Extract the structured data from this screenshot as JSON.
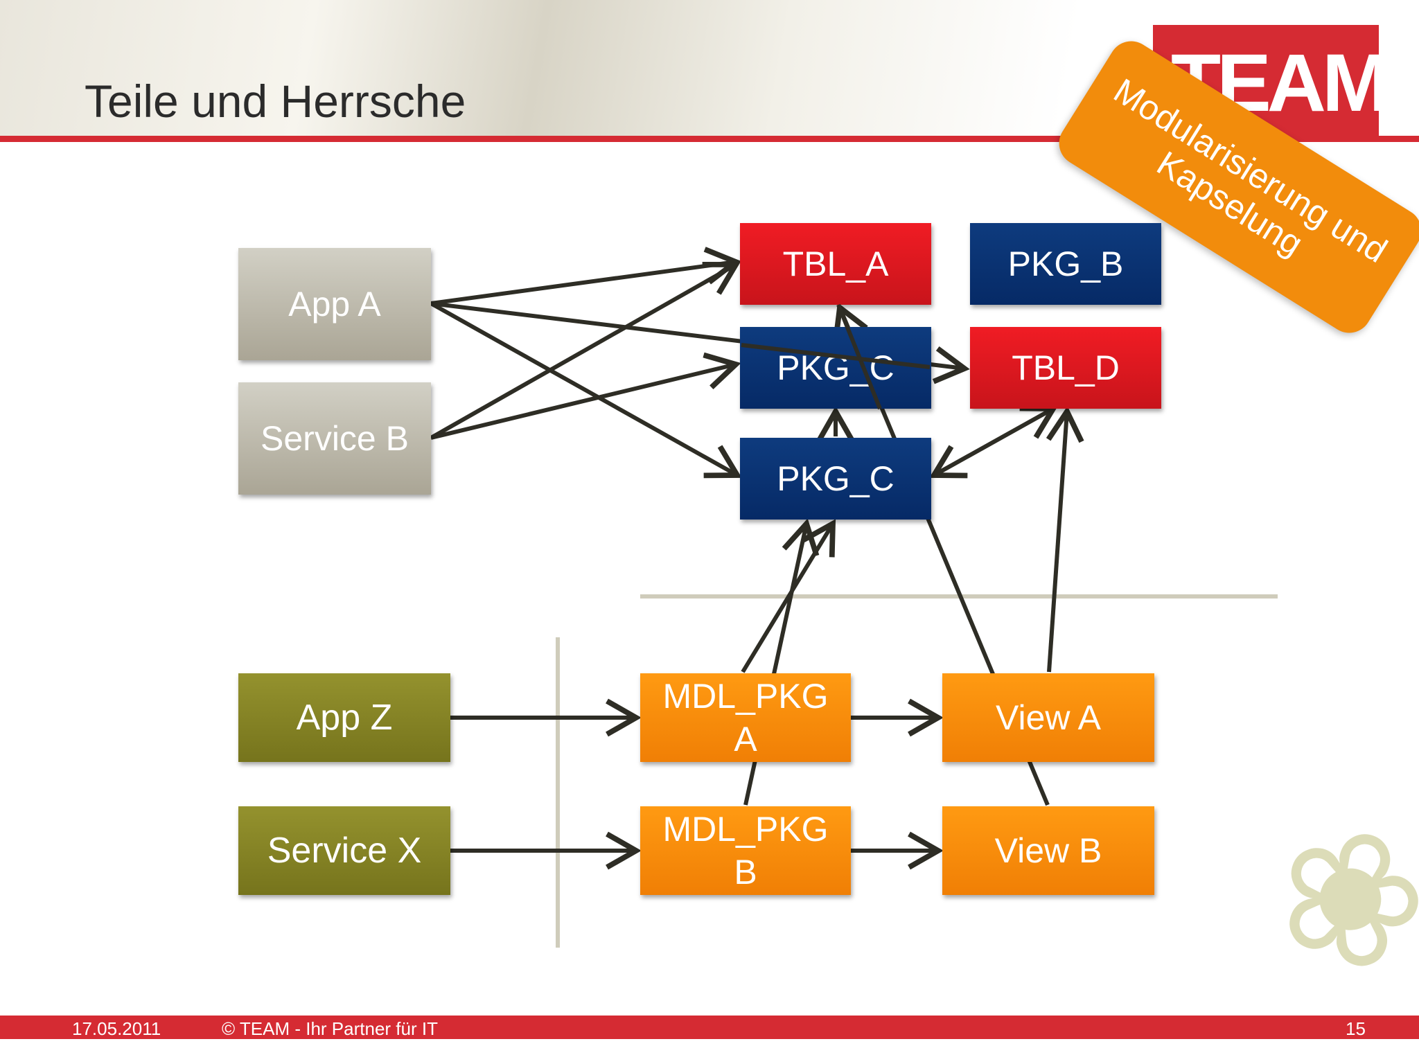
{
  "slide": {
    "title": "Teile und Herrsche",
    "logo_text": "TEAM",
    "badge_lines": [
      "Modularisierung und",
      "Kapselung"
    ],
    "footer": {
      "date": "17.05.2011",
      "copyright": "© TEAM - Ihr Partner für IT",
      "page": "15"
    }
  },
  "nodes": {
    "app_a": "App A",
    "service_b": "Service B",
    "tbl_a": "TBL_A",
    "pkg_b": "PKG_B",
    "pkg_c_top": "PKG_C",
    "tbl_d": "TBL_D",
    "pkg_c": "PKG_C",
    "app_z": "App Z",
    "service_x": "Service X",
    "mdl_pkg_a": [
      "MDL_PKG",
      "A"
    ],
    "mdl_pkg_b": [
      "MDL_PKG",
      "B"
    ],
    "view_a": "View A",
    "view_b": "View B"
  },
  "colors": {
    "accent_red": "#d52b33",
    "badge_orange": "#f28c0c",
    "table_red": "#e8141c",
    "package_navy": "#0a3373",
    "caller_gray": "#bdb9ab",
    "caller_olive": "#85832a",
    "module_orange": "#fa8c0a",
    "arrow": "#2e2d25"
  }
}
